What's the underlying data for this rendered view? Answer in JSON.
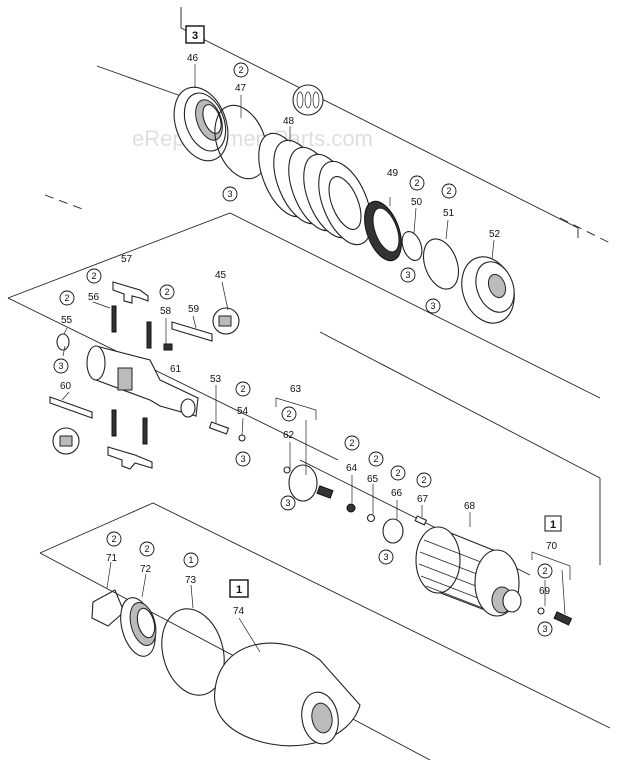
{
  "watermark": "eReplacementParts.com",
  "callouts": {
    "c3": "3",
    "c46": "46",
    "c47": "47",
    "c48": "48",
    "c49": "49",
    "c50": "50",
    "c51": "51",
    "c52": "52",
    "c45": "45",
    "c57": "57",
    "c56": "56",
    "c58": "58",
    "c59": "59",
    "c55": "55",
    "c61": "61",
    "c60": "60",
    "c53": "53",
    "c54": "54",
    "c63": "63",
    "c62": "62",
    "c64": "64",
    "c65": "65",
    "c66": "66",
    "c67": "67",
    "c68": "68",
    "c70": "70",
    "c69": "69",
    "c71": "71",
    "c72": "72",
    "c73": "73",
    "c74": "74",
    "b1a": "1",
    "b1b": "1"
  },
  "qty": {
    "two": "2",
    "three": "3",
    "one": "1"
  }
}
